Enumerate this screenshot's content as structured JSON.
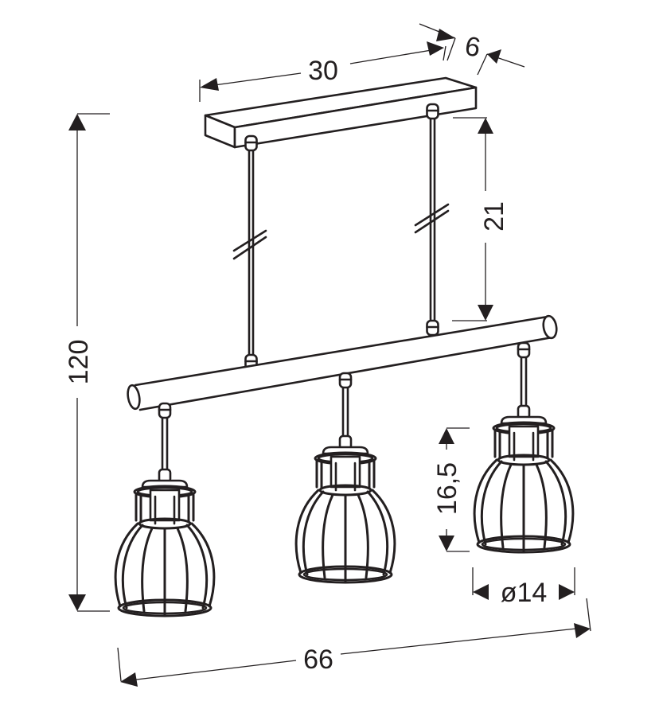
{
  "diagram": {
    "title": "Pendant lamp dimension drawing",
    "line_color": "#231f20",
    "background": "#ffffff",
    "units": "cm"
  },
  "dimensions": {
    "canopy_length": "30",
    "canopy_depth": "6",
    "rod_length": "21",
    "total_height": "120",
    "shade_height": "16,5",
    "shade_diameter": "ø14",
    "bar_length": "66"
  },
  "components": {
    "canopy": "ceiling-canopy",
    "suspension_rods": 2,
    "cross_bar": "tubular-bar",
    "shades": 3,
    "shade_type": "wire-cage"
  }
}
